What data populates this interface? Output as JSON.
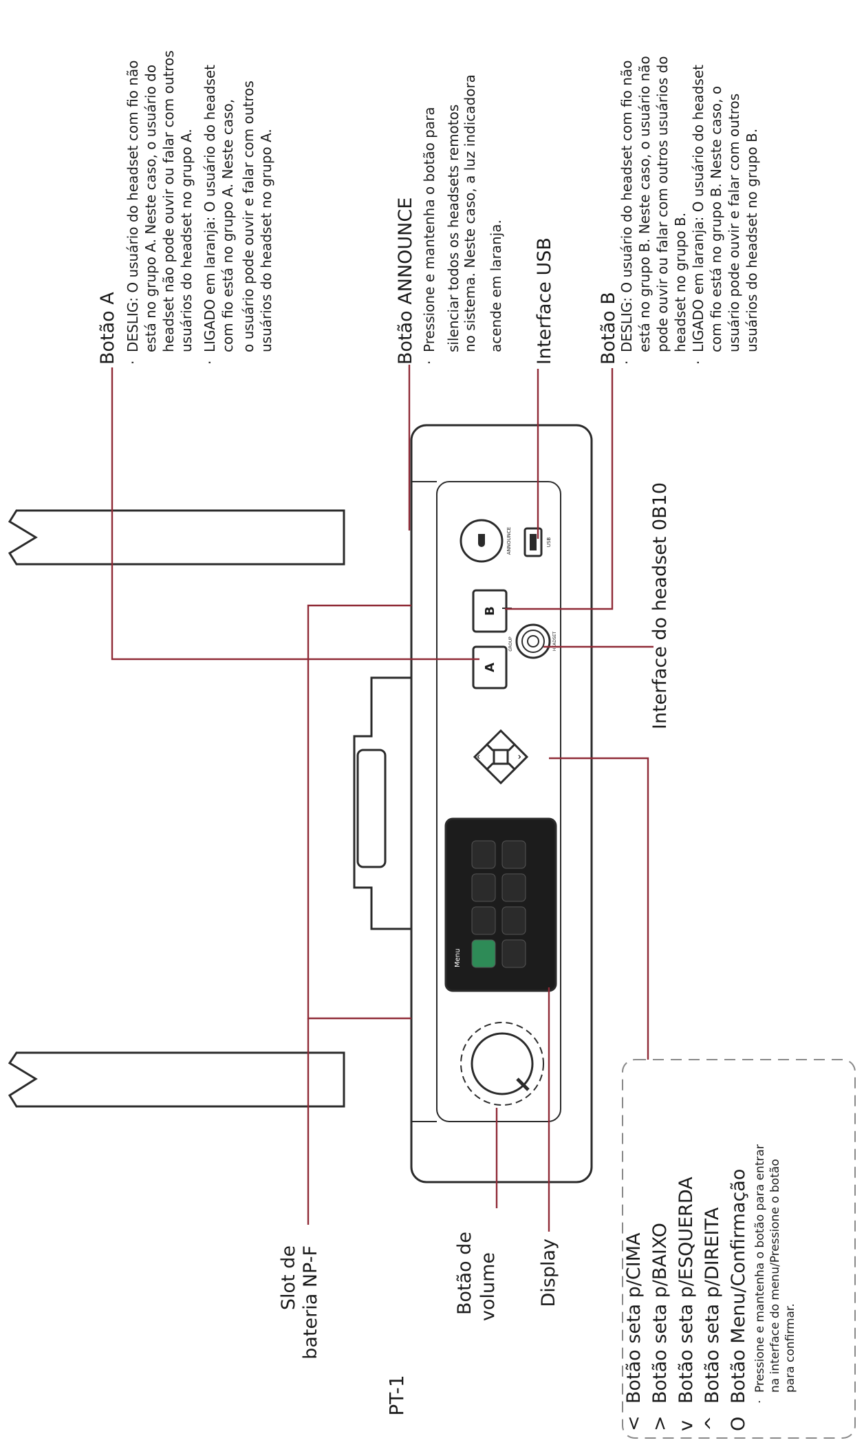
{
  "callouts": {
    "a_button": {
      "title": "Botão A",
      "bullets": [
        "DESLIG: O usuário do headset com fio não",
        "está no grupo A. Neste caso, o usuário do",
        "headset não pode ouvir ou falar com outros",
        "usuários do headset no grupo A.",
        "LIGADO em laranja: O usuário do headset",
        "com fio está no grupo A. Neste caso,",
        "o usuário pode ouvir e falar com outros",
        "usuários do headset no grupo A."
      ]
    },
    "announce_button": {
      "title": "Botão ANNOUNCE",
      "bullets": [
        "Pressione e mantenha o botão para",
        "silenciar todos os headsets remotos",
        "no sistema. Neste caso, a luz indicadora",
        "acende em laranja."
      ]
    },
    "usb": {
      "title": "Interface USB"
    },
    "b_button": {
      "title": "Botão B",
      "bullets": [
        "DESLIG: O usuário do headset com fio não",
        "está no grupo B. Neste caso, o usuário não",
        "pode ouvir ou falar com outros usuários do",
        "headset no grupo B.",
        "LIGADO em laranja: O usuário do headset",
        "com fio está no grupo B. Neste caso, o",
        "usuário pode ouvir e falar com outros",
        "usuários do headset no grupo B."
      ]
    },
    "headset_interface": {
      "title": "Interface do headset 0B10"
    },
    "battery_slot": {
      "line1": "Slot de",
      "line2": "bateria NP-F"
    },
    "volume": {
      "line1": "Botão de",
      "line2": "volume"
    },
    "display": {
      "title": "Display"
    },
    "nav_box": {
      "items": [
        {
          "glyph": "<",
          "label": "Botão seta p/CIMA"
        },
        {
          "glyph": ">",
          "label": "Botão seta p/BAIXO"
        },
        {
          "glyph": "v",
          "label": "Botão seta p/ESQUERDA"
        },
        {
          "glyph": "^",
          "label": "Botão seta p/DIREITA"
        },
        {
          "glyph": "O",
          "label": "Botão Menu/Confirmação"
        }
      ],
      "note": [
        "Pressione e mantenha o botão para entrar",
        "na interface do menu/Pressione o botão",
        "para confirmar."
      ]
    }
  },
  "device": {
    "button_a": "A",
    "button_b": "B",
    "screen_title": "Menu",
    "announce_caption": "ANNOUNCE",
    "usb_caption": "USB",
    "group_caption": "GROUP",
    "headset_caption": "HEADSET"
  },
  "page_number": "PT-1",
  "colors": {
    "leader": "#8f2a36",
    "outline": "#2a2a2a",
    "screen": "#1c1c1c",
    "accent": "#2e8b57"
  }
}
